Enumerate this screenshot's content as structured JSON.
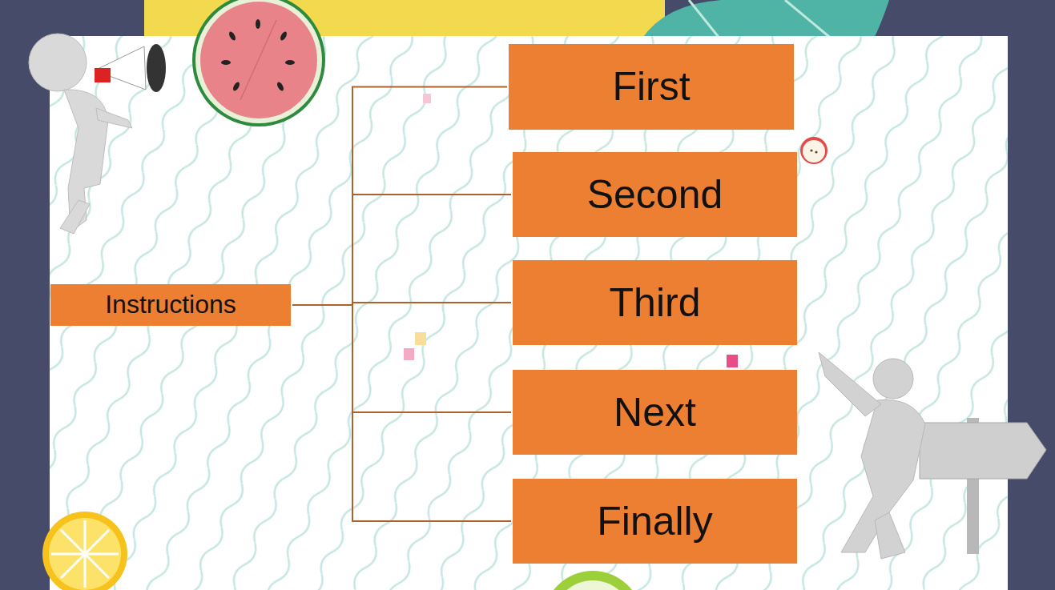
{
  "diagram": {
    "nodes": [
      {
        "text": [
          "Instructions"
        ]
      },
      {
        "text": [
          "First"
        ]
      },
      {
        "text": [
          "Second"
        ]
      },
      {
        "text": [
          "Third"
        ]
      },
      {
        "text": [
          "Next"
        ]
      },
      {
        "text": [
          "Finally"
        ]
      }
    ],
    "edges": [
      {
        "from": 0,
        "to": 1,
        "arrow": "none"
      },
      {
        "from": 0,
        "to": 2,
        "arrow": "none"
      },
      {
        "from": 0,
        "to": 3,
        "arrow": "none"
      },
      {
        "from": 0,
        "to": 4,
        "arrow": "none"
      },
      {
        "from": 0,
        "to": 5,
        "arrow": "none"
      }
    ]
  }
}
